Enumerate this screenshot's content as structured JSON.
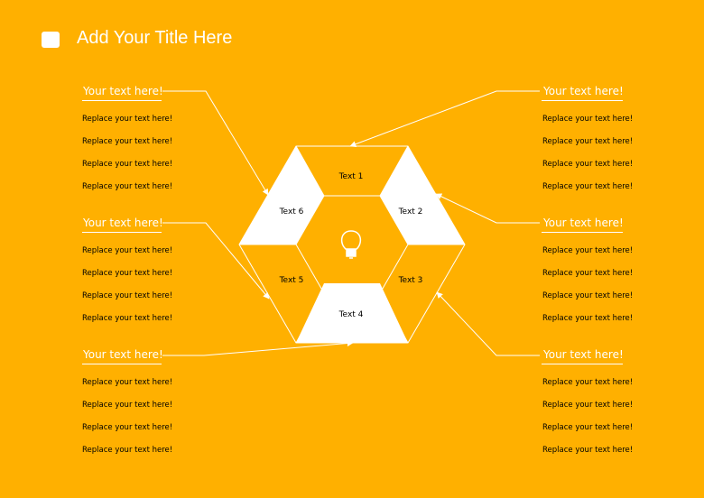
{
  "title": "Add Your Title Here",
  "left_groups": [
    {
      "header": "Your text here!",
      "items": [
        "Replace your text here!",
        "Replace your text here!",
        "Replace your text here!",
        "Replace your text here!"
      ]
    },
    {
      "header": "Your text here!",
      "items": [
        "Replace your text here!",
        "Replace your text here!",
        "Replace your text here!",
        "Replace your text here!"
      ]
    },
    {
      "header": "Your text here!",
      "items": [
        "Replace your text here!",
        "Replace your text here!",
        "Replace your text here!",
        "Replace your text here!"
      ]
    }
  ],
  "right_groups": [
    {
      "header": "Your text here!",
      "items": [
        "Replace your text here!",
        "Replace your text here!",
        "Replace your text here!",
        "Replace your text here!"
      ]
    },
    {
      "header": "Your text here!",
      "items": [
        "Replace your text here!",
        "Replace your text here!",
        "Replace your text here!",
        "Replace your text here!"
      ]
    },
    {
      "header": "Your text here!",
      "items": [
        "Replace your text here!",
        "Replace your text here!",
        "Replace your text here!",
        "Replace your text here!"
      ]
    }
  ],
  "segments": [
    "Text 1",
    "Text 2",
    "Text 3",
    "Text 4",
    "Text 5",
    "Text 6"
  ],
  "center_icon": "lightbulb-icon",
  "colors": {
    "background": "#FFB000",
    "accent": "#FFFFFF"
  }
}
